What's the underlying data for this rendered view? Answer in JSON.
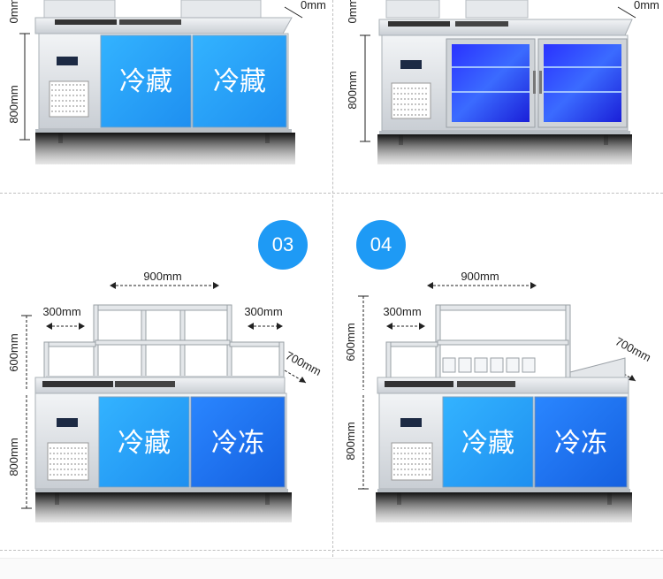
{
  "panels": [
    {
      "id": "p1",
      "door_left": "冷藏",
      "door_right": "冷藏",
      "height_top": "0mm",
      "height_bottom": "800mm",
      "depth": "0mm"
    },
    {
      "id": "p2",
      "door_left": "",
      "door_right": "",
      "height_top": "0mm",
      "height_bottom": "800mm",
      "depth": "0mm"
    },
    {
      "id": "p3",
      "badge": "03",
      "width_top": "900mm",
      "side_left": "300mm",
      "side_right": "300mm",
      "depth": "700mm",
      "height_top": "600mm",
      "height_bottom": "800mm",
      "door_left": "冷藏",
      "door_right": "冷冻"
    },
    {
      "id": "p4",
      "badge": "04",
      "width_top": "900mm",
      "side_left": "300mm",
      "depth": "700mm",
      "height_top": "600mm",
      "height_bottom": "800mm",
      "door_left": "冷藏",
      "door_right": "冷冻"
    }
  ],
  "colors": {
    "badge": "#1e9af5",
    "door_light": "#2aa8ff",
    "door_dark": "#1f78f0",
    "steel": "#d9dde2"
  }
}
